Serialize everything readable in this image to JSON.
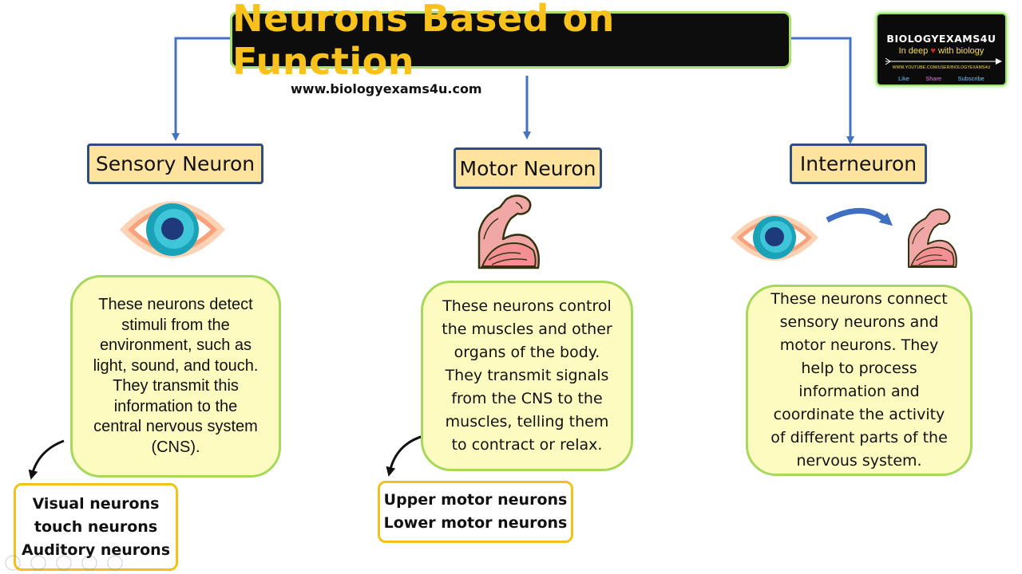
{
  "title": "Neurons Based on Function",
  "url": "www.biologyexams4u.com",
  "logo": {
    "name": "BIOLOGYEXAMS4U",
    "tagline_before": "In deep",
    "tagline_after": "with biology",
    "channel_url": "WWW.YOUTUBE.COM/USER/BIOLOGYEXAMS4U",
    "like": "Like",
    "share": "Share",
    "subscribe": "Subscribe"
  },
  "categories": [
    {
      "label": "Sensory Neuron",
      "description": "These neurons detect stimuli from the environment, such as light, sound, and touch. They transmit this information to the central nervous system (CNS).",
      "types": [
        "Visual neurons",
        "touch neurons",
        "Auditory neurons"
      ]
    },
    {
      "label": "Motor Neuron",
      "description": "These neurons control the muscles and other organs of the body. They transmit signals from the CNS to the muscles, telling them to contract or relax.",
      "types": [
        "Upper motor neurons",
        "Lower motor neurons"
      ]
    },
    {
      "label": "Interneuron",
      "description": "These neurons connect sensory neurons and motor neurons. They help to process information and coordinate the activity of different parts of the nervous system."
    }
  ],
  "colors": {
    "title_bg": "#0d0d0d",
    "title_text": "#f9c21a",
    "connector": "#4472c4",
    "category_fill": "#fde39e",
    "category_border": "#2f4e7e",
    "description_fill": "#fdfbc0",
    "description_border": "#a6d85b",
    "types_border": "#f5c019"
  }
}
